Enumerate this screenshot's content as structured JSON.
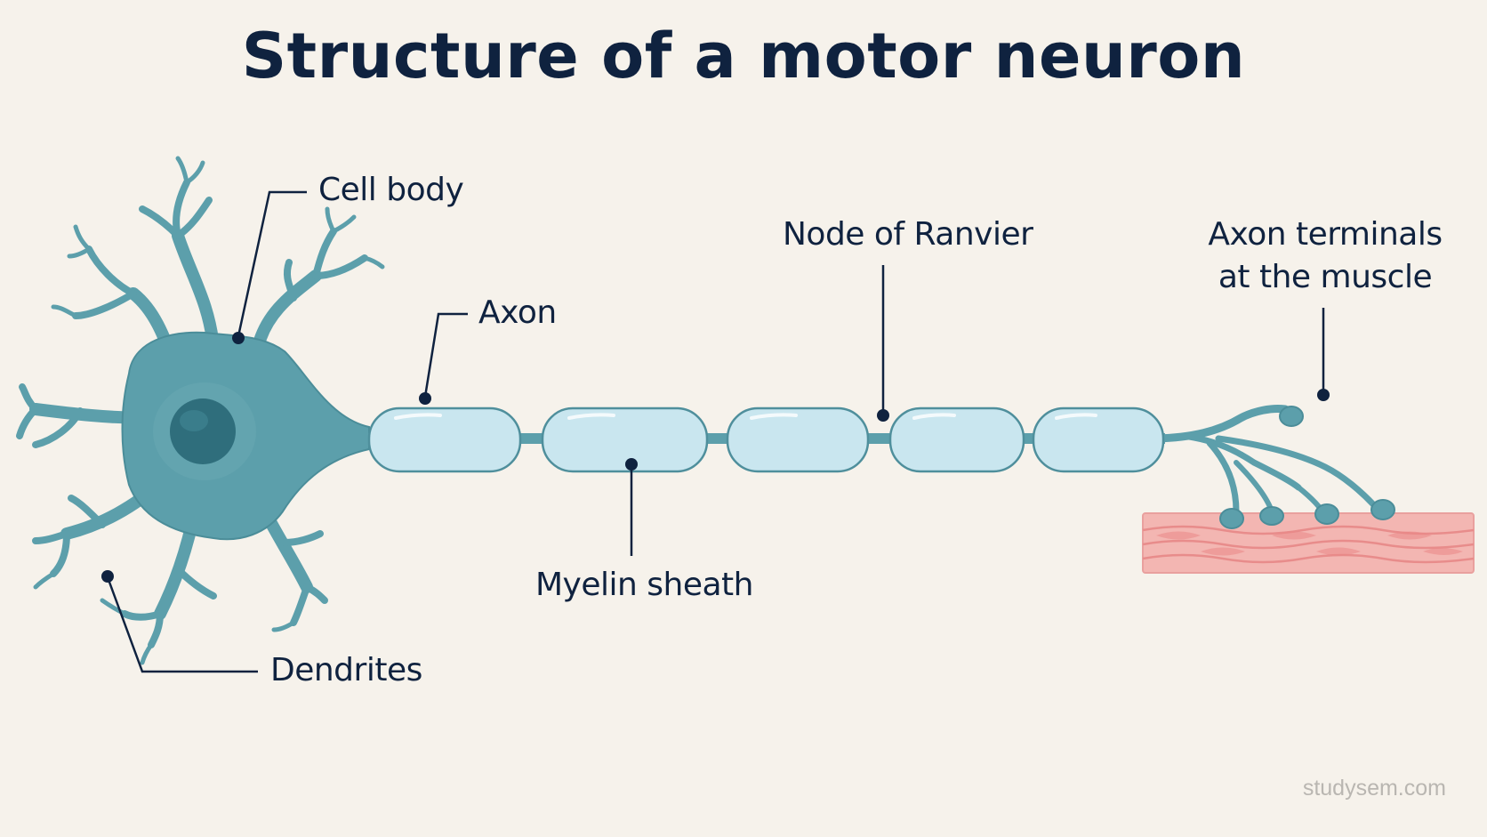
{
  "title": "Structure of a motor neuron",
  "labels": {
    "cell_body": "Cell body",
    "axon": "Axon",
    "node_of_ranvier": "Node of Ranvier",
    "axon_terminals_line1": "Axon terminals",
    "axon_terminals_line2": "at the muscle",
    "myelin_sheath": "Myelin sheath",
    "dendrites": "Dendrites"
  },
  "watermark": "studysem.com",
  "colors": {
    "background": "#f6f2eb",
    "text": "#0f223f",
    "neuron": "#5c9fab",
    "neuron_outline": "#3f7f8c",
    "nucleus": "#2f6e7c",
    "myelin": "#c9e6ef",
    "myelin_outline": "#4f8f9c",
    "muscle": "#f0a9a6",
    "muscle_stripe": "#e88c8b",
    "leader_line": "#0f223f"
  }
}
